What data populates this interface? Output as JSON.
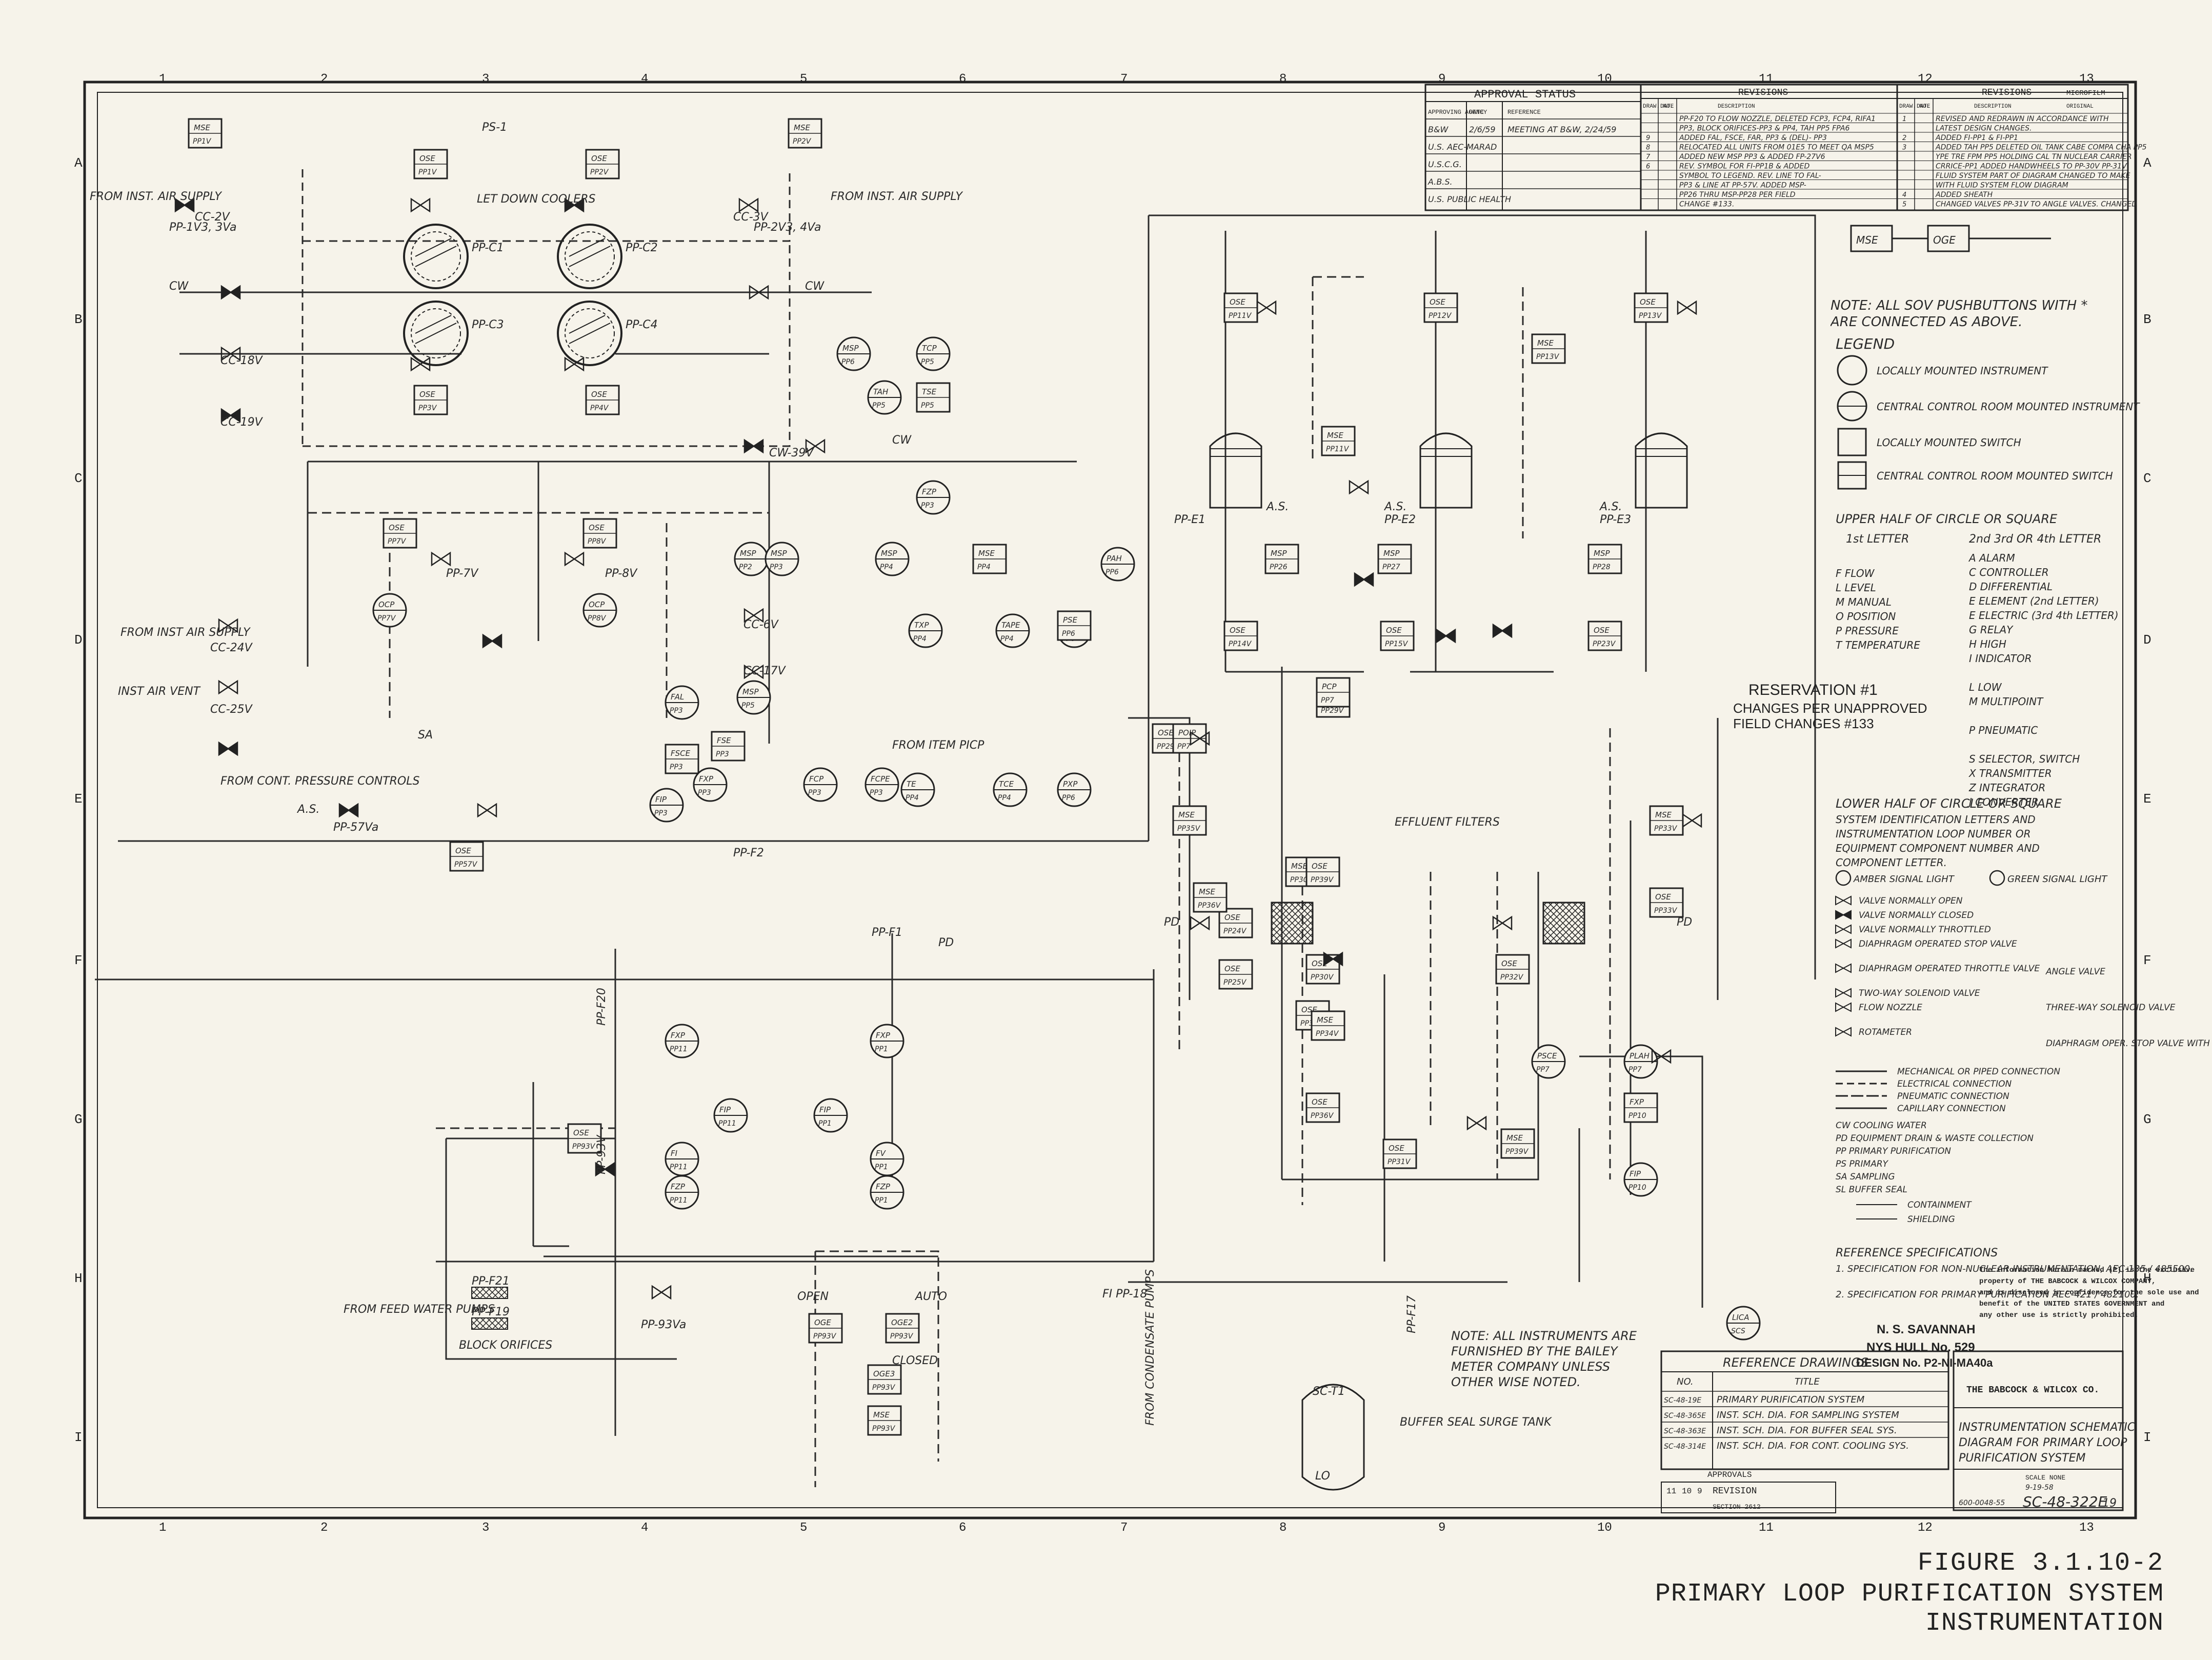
{
  "figure": {
    "number": "FIGURE  3.1.10-2",
    "title": "PRIMARY LOOP PURIFICATION SYSTEM INSTRUMENTATION"
  },
  "grid": {
    "columns": [
      "1",
      "2",
      "3",
      "4",
      "5",
      "6",
      "7",
      "8",
      "9",
      "10",
      "11",
      "12",
      "13"
    ],
    "rows": [
      "A",
      "B",
      "C",
      "D",
      "E",
      "F",
      "G",
      "H",
      "I"
    ]
  },
  "approval_status": {
    "title": "APPROVAL STATUS",
    "headers": [
      "APPROVING AGENCY",
      "DATE",
      "REFERENCE"
    ],
    "rows": [
      [
        "B&W",
        "2/6/59",
        "MEETING AT B&W, 2/24/59"
      ],
      [
        "U.S. AEC-MARAD",
        "",
        ""
      ],
      [
        "U.S.C.G.",
        "",
        ""
      ],
      [
        "A.B.S.",
        "",
        ""
      ],
      [
        "U.S. PUBLIC HEALTH",
        "",
        ""
      ]
    ]
  },
  "revisions_left": {
    "title": "REVISIONS",
    "headers": [
      "DRAW. NO.",
      "DATE",
      "DESCRIPTION"
    ],
    "rows": [
      [
        "",
        "",
        "PP-F20 TO FLOW NOZZLE, DELETED FCP3, FCP4, RIFA1"
      ],
      [
        "",
        "",
        "PP3, BLOCK ORIFICES-PP3 & PP4, TAH PP5 FPA6"
      ],
      [
        "9",
        "",
        "ADDED FAL, FSCE, FAR, PP3 & (DEL)- PP3"
      ],
      [
        "8",
        "",
        "RELOCATED ALL UNITS FROM 01E5 TO MEET QA MSP5"
      ],
      [
        "7",
        "",
        "ADDED NEW MSP PP3 & ADDED FP-27V6"
      ],
      [
        "6",
        "",
        "REV. SYMBOL FOR FI-PP1B & ADDED"
      ],
      [
        "",
        "",
        "SYMBOL TO LEGEND. REV. LINE TO FAL-"
      ],
      [
        "",
        "",
        "PP3 & LINE AT PP-57V. ADDED MSP-"
      ],
      [
        "",
        "",
        "PP26 THRU MSP-PP28 PER FIELD"
      ],
      [
        "",
        "",
        "CHANGE #133."
      ]
    ]
  },
  "revisions_right": {
    "title": "REVISIONS",
    "microfilm": "MICROFILM",
    "headers": [
      "DRAW. NO.",
      "DATE",
      "DESCRIPTION",
      "ORIGINAL"
    ],
    "rows": [
      [
        "1",
        "",
        "REVISED AND REDRAWN IN ACCORDANCE WITH"
      ],
      [
        "",
        "",
        "LATEST DESIGN CHANGES."
      ],
      [
        "2",
        "",
        "ADDED FI-PP1 & FI-PP1"
      ],
      [
        "3",
        "",
        "ADDED TAH PP5 DELETED OIL TANK CABE COMPA CHA PP5"
      ],
      [
        "",
        "",
        "YPE TRE FPM PP5 HOLDING CAL TN NUCLEAR CARRIER"
      ],
      [
        "",
        "",
        "CRRICE-PP1 ADDED HANDWHEELS TO PP-30V PP-31V"
      ],
      [
        "",
        "",
        "FLUID SYSTEM PART OF DIAGRAM CHANGED TO MAKE"
      ],
      [
        "",
        "",
        "WITH FLUID SYSTEM FLOW DIAGRAM"
      ],
      [
        "4",
        "",
        "ADDED SHEATH"
      ],
      [
        "5",
        "",
        "CHANGED VALVES PP-31V TO ANGLE VALVES. CHANGED"
      ]
    ]
  },
  "notes": {
    "sov_note": "NOTE: ALL SOV PUSHBUTTONS WITH * ARE CONNECTED AS ABOVE.",
    "bailey_note": "NOTE: ALL INSTRUMENTS ARE FURNISHED BY THE BAILEY METER COMPANY UNLESS OTHER WISE NOTED."
  },
  "reservation": {
    "title": "RESERVATION #1",
    "line1": "CHANGES PER UNAPPROVED",
    "line2": "FIELD CHANGES #133"
  },
  "legend": {
    "title": "LEGEND",
    "symbols": [
      "LOCALLY MOUNTED INSTRUMENT",
      "CENTRAL CONTROL ROOM MOUNTED INSTRUMENT",
      "LOCALLY MOUNTED SWITCH",
      "CENTRAL CONTROL ROOM MOUNTED SWITCH"
    ],
    "upper_half_title": "UPPER HALF OF CIRCLE OR SQUARE",
    "first_letter_header": "1st LETTER",
    "later_letter_header": "2nd 3rd OR 4th LETTER",
    "first_letters": [
      "F  FLOW",
      "L  LEVEL",
      "M  MANUAL",
      "O  POSITION",
      "P  PRESSURE",
      "T  TEMPERATURE"
    ],
    "later_letters": [
      "A  ALARM",
      "C  CONTROLLER",
      "D  DIFFERENTIAL",
      "E  ELEMENT (2nd LETTER)",
      "E  ELECTRIC (3rd 4th LETTER)",
      "G  RELAY",
      "H  HIGH",
      "I  INDICATOR",
      "",
      "L  LOW",
      "M  MULTIPOINT",
      "",
      "P  PNEUMATIC",
      "",
      "S  SELECTOR, SWITCH",
      "X  TRANSMITTER",
      "Z  INTEGRATOR",
      "J  CONVERTER"
    ],
    "lower_half_title": "LOWER HALF OF CIRCLE OR SQUARE",
    "lower_half_text": [
      "SYSTEM IDENTIFICATION LETTERS AND",
      "INSTRUMENTATION LOOP NUMBER OR",
      "EQUIPMENT COMPONENT NUMBER AND",
      "COMPONENT LETTER."
    ],
    "signal_lights": [
      "AMBER SIGNAL LIGHT",
      "GREEN SIGNAL LIGHT"
    ],
    "valves_left": [
      "VALVE NORMALLY OPEN",
      "VALVE NORMALLY CLOSED",
      "VALVE NORMALLY THROTTLED",
      "DIAPHRAGM OPERATED STOP VALVE",
      "DIAPHRAGM OPERATED THROTTLE VALVE",
      "TWO-WAY SOLENOID VALVE",
      "FLOW NOZZLE",
      "ROTAMETER"
    ],
    "valves_right": [
      "ANGLE VALVE",
      "THREE-WAY SOLENOID VALVE",
      "DIAPHRAGM OPER. STOP VALVE WITH HANDWHEEL"
    ],
    "lines": [
      "MECHANICAL OR PIPED CONNECTION",
      "ELECTRICAL CONNECTION",
      "PNEUMATIC CONNECTION",
      "CAPILLARY CONNECTION"
    ],
    "abbreviations": [
      "CW   COOLING WATER",
      "PD   EQUIPMENT DRAIN & WASTE COLLECTION",
      "PP   PRIMARY PURIFICATION",
      "PS   PRIMARY",
      "SA   SAMPLING",
      "SL   BUFFER SEAL"
    ],
    "containment": "CONTAINMENT",
    "shielding": "SHIELDING"
  },
  "reference_specs": {
    "title": "REFERENCE SPECIFICATIONS",
    "items": [
      "1. SPECIFICATION FOR NON-NUCLEAR INSTRUMENTATION, AEC-135 / 485500.",
      "2. SPECIFICATION FOR PRIMARY PURIFICATION AEC-421 / 482100."
    ]
  },
  "vessel_info": {
    "name": "N. S. SAVANNAH",
    "hull": "NYS HULL No. 529",
    "design": "DESIGN No. P2-NI-MA40a"
  },
  "proprietary": [
    "The information herein marked (P) is the exclusive",
    "property of THE BABCOCK & WILCOX COMPANY,",
    "and is disclosed in confidence for the sole use and",
    "benefit of the UNITED STATES GOVERNMENT and",
    "any other use is strictly prohibited."
  ],
  "reference_drawings": {
    "title": "REFERENCE DRAWINGS",
    "headers": [
      "NO.",
      "TITLE"
    ],
    "rows": [
      [
        "SC-48-19E",
        "PRIMARY PURIFICATION SYSTEM"
      ],
      [
        "SC-48-365E",
        "INST. SCH. DIA. FOR SAMPLING SYSTEM"
      ],
      [
        "SC-48-363E",
        "INST. SCH. DIA. FOR BUFFER SEAL SYS."
      ],
      [
        "SC-48-314E",
        "INST. SCH. DIA. FOR CONT. COOLING SYS."
      ]
    ]
  },
  "title_block": {
    "company": "THE BABCOCK & WILCOX CO.",
    "drawing_title": [
      "INSTRUMENTATION SCHEMATIC",
      "DIAGRAM FOR PRIMARY LOOP",
      "PURIFICATION SYSTEM"
    ],
    "approvals": "APPROVALS",
    "revision_label": "REVISION",
    "revision_nums": [
      "11",
      "10",
      "9"
    ],
    "section": "SECTION 2612",
    "scale": "SCALE NONE",
    "date": "9-19-58",
    "order": "600-0048-55",
    "drawing_no": "SC-48-322E",
    "sheet": "19"
  },
  "labels": {
    "let_down_coolers": "LET DOWN COOLERS",
    "ps1": "PS-1",
    "cw": "CW",
    "from_inst_air_supply": "FROM INST. AIR SUPPLY",
    "from_inst_air_supply_a": "FROM INST AIR SUPPLY",
    "inst_air_vent": "INST AIR VENT",
    "from_cont_pressure_controls": "FROM CONT. PRESSURE CONTROLS",
    "effluent_filters": "EFFLUENT FILTERS",
    "from_feed_water_pumps": "FROM FEED WATER PUMPS",
    "block_orifices": "BLOCK ORIFICES",
    "buffer_seal_surge_tank": "BUFFER SEAL SURGE TANK",
    "from_condensate_pumps": "FROM CONDENSATE PUMPS",
    "open": "OPEN",
    "auto": "AUTO",
    "closed": "CLOSED",
    "sc_t1": "SC-T1",
    "pd": "PD",
    "sa": "SA",
    "as": "A.S.",
    "lo": "LO",
    "fi_pp18": "FI PP-18",
    "from_item_pcp": "FROM ITEM PICP",
    "cw39v": "CW-39V",
    "pp_f2": "PP-F2",
    "pp_f1": "PP-F1",
    "pp_f17": "PP-F17",
    "pp_f20": "PP-F20",
    "pp_f21": "PP-F21",
    "pp_f19": "PP-F19",
    "pp93v": "PP-93V",
    "pp93va": "PP-93Va",
    "pp57va": "PP-57Va",
    "pp7v": "PP-7V",
    "pp8v": "PP-8V",
    "cc2v": "CC-2V",
    "cc3v": "CC-3V",
    "cc18v": "CC-18V",
    "cc19v": "CC-19V",
    "cc24v": "CC-24V",
    "cc25v": "CC-25V",
    "cc6v": "CC-6V",
    "cc17v": "CC-17V",
    "pp1v": "PP-1V3, 3Va",
    "pp2v": "PP-2V3, 4Va"
  },
  "coolers": [
    "PP-C1",
    "PP-C2",
    "PP-C3",
    "PP-C4"
  ],
  "filters": [
    "PP-E1",
    "PP-E2",
    "PP-E3"
  ],
  "instruments": [
    {
      "top": "MSE",
      "bot": "PP1V"
    },
    {
      "top": "MSE",
      "bot": "PP2V"
    },
    {
      "top": "OSE",
      "bot": "PP1V"
    },
    {
      "top": "OSE",
      "bot": "PP2V"
    },
    {
      "top": "OSE",
      "bot": "PP3V"
    },
    {
      "top": "OSE",
      "bot": "PP4V"
    },
    {
      "top": "OSE",
      "bot": "PP7V"
    },
    {
      "top": "OSE",
      "bot": "PP8V"
    },
    {
      "top": "OCP",
      "bot": "PP7V"
    },
    {
      "top": "OCP",
      "bot": "PP8V"
    },
    {
      "top": "MSP",
      "bot": "PP6"
    },
    {
      "top": "TCP",
      "bot": "PP5"
    },
    {
      "top": "TAH",
      "bot": "PP5"
    },
    {
      "top": "TSE",
      "bot": "PP5"
    },
    {
      "top": "FZP",
      "bot": "PP3"
    },
    {
      "top": "MSP",
      "bot": "PP2"
    },
    {
      "top": "MSP",
      "bot": "PP3"
    },
    {
      "top": "MSP",
      "bot": "PP4"
    },
    {
      "top": "MSP",
      "bot": "PP5"
    },
    {
      "top": "MSE",
      "bot": "PP4"
    },
    {
      "top": "TXP",
      "bot": "PP4"
    },
    {
      "top": "TAPE",
      "bot": "PP4"
    },
    {
      "top": "FZP",
      "bot": "PP6"
    },
    {
      "top": "PSE",
      "bot": "PP6"
    },
    {
      "top": "PAH",
      "bot": "PP6"
    },
    {
      "top": "FAL",
      "bot": "PP3"
    },
    {
      "top": "FSE",
      "bot": "PP3"
    },
    {
      "top": "FSCE",
      "bot": "PP3"
    },
    {
      "top": "FXP",
      "bot": "PP3"
    },
    {
      "top": "FCP",
      "bot": "PP3"
    },
    {
      "top": "FCPE",
      "bot": "PP3"
    },
    {
      "top": "TE",
      "bot": "PP4"
    },
    {
      "top": "TCE",
      "bot": "PP4"
    },
    {
      "top": "PXP",
      "bot": "PP6"
    },
    {
      "top": "FIP",
      "bot": "PP3"
    },
    {
      "top": "OSE",
      "bot": "PP57V"
    },
    {
      "top": "FXP",
      "bot": "PP11"
    },
    {
      "top": "FIP",
      "bot": "PP11"
    },
    {
      "top": "FXP",
      "bot": "PP1"
    },
    {
      "top": "FIP",
      "bot": "PP1"
    },
    {
      "top": "FI",
      "bot": "PP11"
    },
    {
      "top": "FZP",
      "bot": "PP11"
    },
    {
      "top": "FV",
      "bot": "PP1"
    },
    {
      "top": "FZP",
      "bot": "PP1"
    },
    {
      "top": "OSE",
      "bot": "PP93V"
    },
    {
      "top": "OGE",
      "bot": "PP93V"
    },
    {
      "top": "OGE2",
      "bot": "PP93V"
    },
    {
      "top": "OGE3",
      "bot": "PP93V"
    },
    {
      "top": "MSE",
      "bot": "PP93V"
    },
    {
      "top": "MSP",
      "bot": "PP26"
    },
    {
      "top": "MSP",
      "bot": "PP27"
    },
    {
      "top": "MSP",
      "bot": "PP28"
    },
    {
      "top": "OSE",
      "bot": "PP11V"
    },
    {
      "top": "OSE",
      "bot": "PP12V"
    },
    {
      "top": "OSE",
      "bot": "PP13V"
    },
    {
      "top": "OSE",
      "bot": "PP14V"
    },
    {
      "top": "OSE",
      "bot": "PP15V"
    },
    {
      "top": "MSE",
      "bot": "PP11V"
    },
    {
      "top": "MSE",
      "bot": "PP13V"
    },
    {
      "top": "OSE",
      "bot": "PP23V"
    },
    {
      "top": "OSE",
      "bot": "PP24V"
    },
    {
      "top": "OSE",
      "bot": "PP25V"
    },
    {
      "top": "MSE",
      "bot": "PP29V"
    },
    {
      "top": "OSE",
      "bot": "PP29V"
    },
    {
      "top": "MSE",
      "bot": "PP30V"
    },
    {
      "top": "OSE",
      "bot": "PP30V"
    },
    {
      "top": "OSE",
      "bot": "PP31V"
    },
    {
      "top": "OSE",
      "bot": "PP32V"
    },
    {
      "top": "OSE",
      "bot": "PP33V"
    },
    {
      "top": "MSE",
      "bot": "PP33V"
    },
    {
      "top": "OSE",
      "bot": "PP34V"
    },
    {
      "top": "MSE",
      "bot": "PP34V"
    },
    {
      "top": "MSE",
      "bot": "PP35V"
    },
    {
      "top": "MSE",
      "bot": "PP36V"
    },
    {
      "top": "OSE",
      "bot": "PP36V"
    },
    {
      "top": "MSE",
      "bot": "PP39V"
    },
    {
      "top": "OSE",
      "bot": "PP39V"
    },
    {
      "top": "PCP",
      "bot": "PP7"
    },
    {
      "top": "POIP",
      "bot": "PP7"
    },
    {
      "top": "PSCE",
      "bot": "PP7"
    },
    {
      "top": "PLAH",
      "bot": "PP7"
    },
    {
      "top": "FXP",
      "bot": "PP10"
    },
    {
      "top": "FIP",
      "bot": "PP10"
    },
    {
      "top": "LICA",
      "bot": "SCS"
    }
  ],
  "colors": {
    "paper": "#f6f3ea",
    "ink": "#2a2a2a"
  }
}
